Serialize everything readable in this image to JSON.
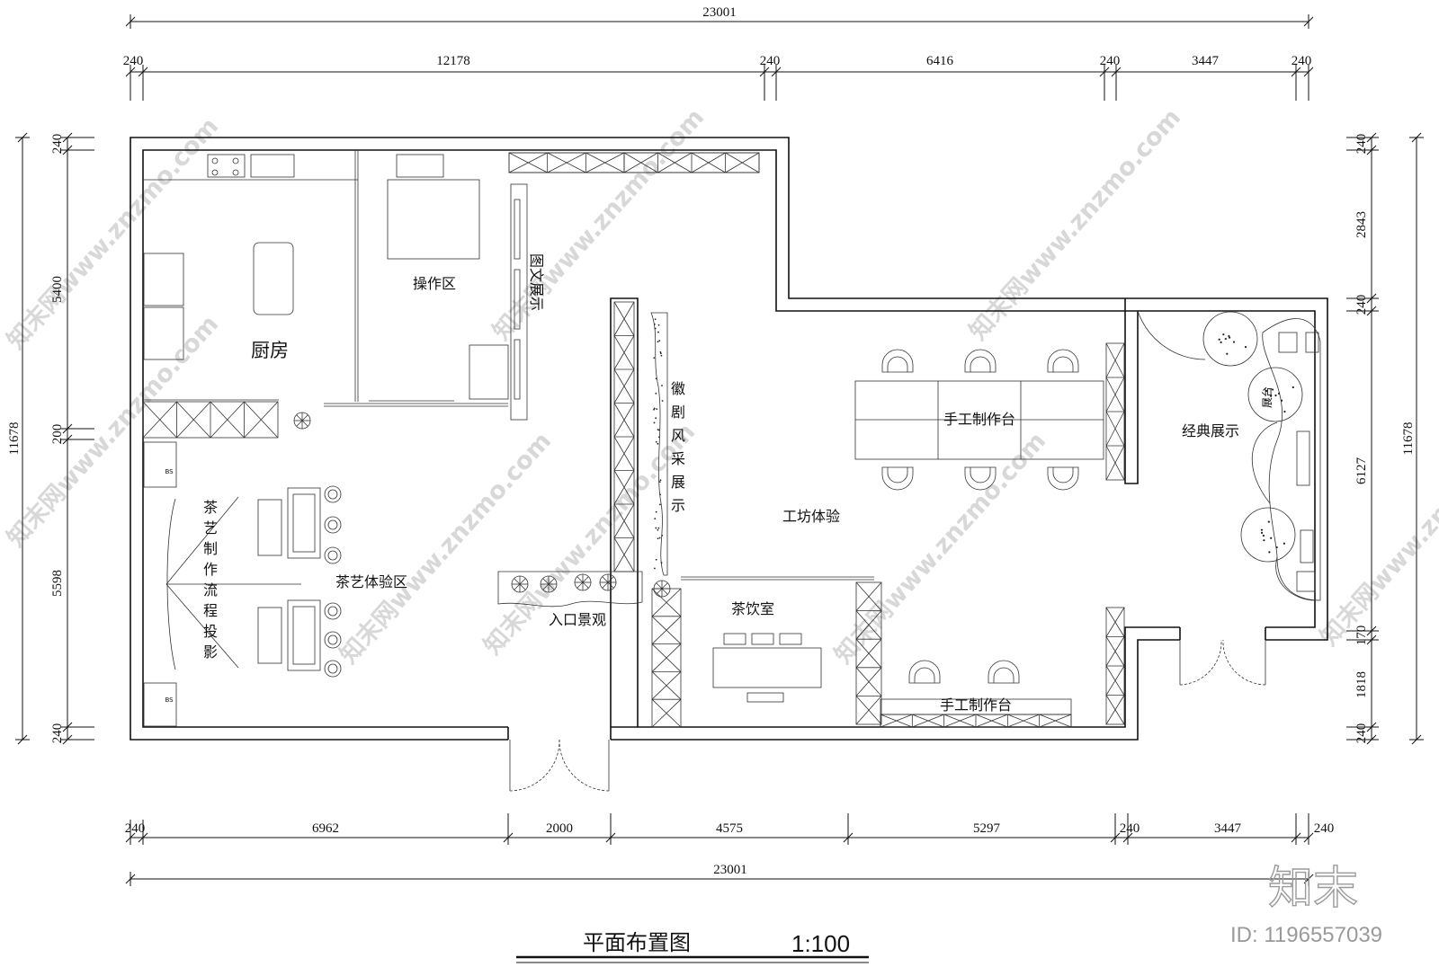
{
  "drawing": {
    "title": "平面布置图",
    "scale": "1:100"
  },
  "dimensions": {
    "top_total": "23001",
    "top_segments": [
      "240",
      "12178",
      "240",
      "6416",
      "240",
      "3447",
      "240"
    ],
    "bottom_total": "23001",
    "bottom_segments": [
      "240",
      "6962",
      "2000",
      "4575",
      "5297",
      "240",
      "3447",
      "240"
    ],
    "left_total": "11678",
    "left_segments": [
      "240",
      "5400",
      "200",
      "5598",
      "240"
    ],
    "right_total": "11678",
    "right_segments": [
      "240",
      "2843",
      "240",
      "6127",
      "170",
      "1818",
      "240"
    ]
  },
  "rooms": {
    "kitchen": "厨房",
    "operation": "操作区",
    "graphic_display": "图文展示",
    "opera_display": [
      "徽",
      "剧",
      "风",
      "采",
      "展",
      "示"
    ],
    "workshop": "工坊体验",
    "handcraft_top": "手工制作台",
    "handcraft_bottom": "手工制作台",
    "classic_display": "经典展示",
    "display_stand": "展台",
    "tea_experience": "茶艺体验区",
    "tea_projection": [
      "茶",
      "艺",
      "制",
      "作",
      "流",
      "程",
      "投",
      "影"
    ],
    "entrance_landscape": "入口景观",
    "tea_room": "茶饮室",
    "bs_label": "BS"
  },
  "watermark": {
    "text": "知末网www.znzmo.com",
    "brand": "知末",
    "id": "ID: 1196557039"
  }
}
